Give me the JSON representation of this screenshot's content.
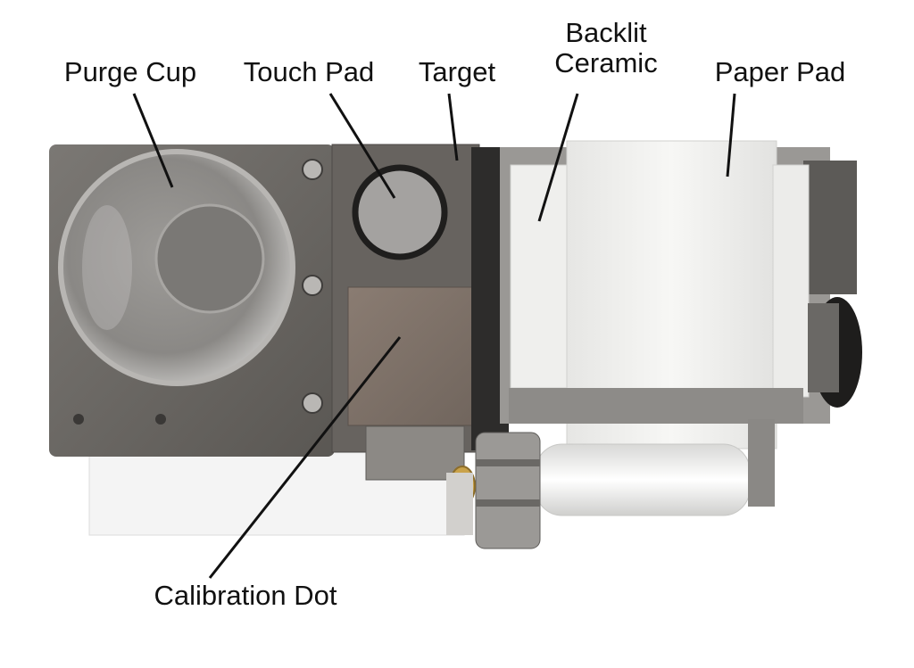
{
  "labels": {
    "purge_cup": "Purge Cup",
    "touch_pad": "Touch Pad",
    "target": "Target",
    "backlit_line1": "Backlit",
    "backlit_line2": "Ceramic",
    "paper_pad": "Paper Pad",
    "calibration_dot": "Calibration Dot"
  },
  "colors": {
    "plate": "#6d6a66",
    "plate_dark": "#4f4c49",
    "paper": "#f2f2f0",
    "brass": "#c9a24a",
    "leader": "#111111"
  }
}
